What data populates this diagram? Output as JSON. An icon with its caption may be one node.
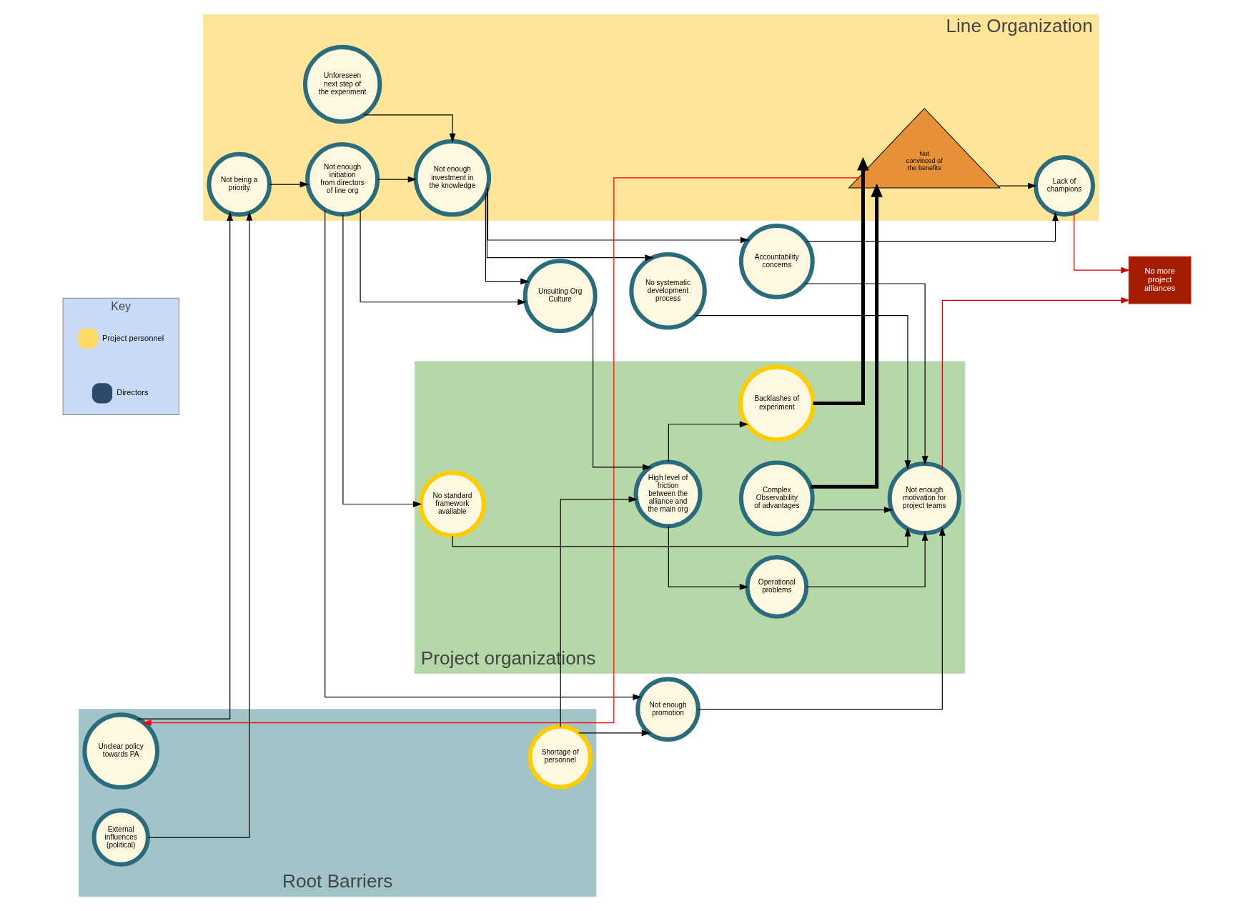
{
  "diagram": {
    "nodes": [
      {
        "text": [
          "Line Organization"
        ]
      },
      {
        "text": [
          "Project organizations"
        ]
      },
      {
        "text": [
          "Root Barriers"
        ]
      },
      {
        "text": [
          "Unclear policy towards PA"
        ],
        "in": 2
      },
      {
        "text": [
          "External influences (political)"
        ],
        "in": 2
      },
      {
        "text": [
          "Shortage of personnel"
        ],
        "in": 2
      },
      {
        "text": [
          "Unforeseen next step of the experiment"
        ],
        "in": 0
      },
      {
        "text": [
          "Not being a priority"
        ],
        "in": 0
      },
      {
        "text": [
          "Not enough initiation from directors of line org"
        ],
        "in": 0
      },
      {
        "text": [
          "Not enough investment in the knowledge"
        ],
        "in": 0
      },
      {
        "text": [
          "Not enough promotion"
        ]
      },
      {
        "text": [
          "Unsuiting Org Culture"
        ]
      },
      {
        "text": [
          "No systematic development process"
        ]
      },
      {
        "text": [
          "Not convinced of the benefits"
        ],
        "in": 0
      },
      {
        "text": [
          "Lack of champions"
        ],
        "in": 0
      },
      {
        "text": [
          "Accountability concerns"
        ]
      },
      {
        "text": [
          "No more project alliances"
        ]
      },
      {
        "text": [
          "High level of friction between the alliance and the main org"
        ],
        "in": 1
      },
      {
        "text": [
          "Backlashes of experiment"
        ],
        "in": 1
      },
      {
        "text": [
          "Operational problems"
        ],
        "in": 1
      },
      {
        "text": [
          "Complex Observability of advantages"
        ],
        "in": 1
      },
      {
        "text": [
          "Not enough motivation for project teams"
        ],
        "in": 1
      },
      {
        "text": [
          "No standard framework available"
        ],
        "in": 1
      },
      {
        "text": [
          "Key"
        ]
      }
    ],
    "edges": [
      {
        "from": 3,
        "to": 7,
        "arrow": "to"
      },
      {
        "from": 4,
        "to": 7,
        "arrow": "to"
      },
      {
        "from": 7,
        "to": 8,
        "arrow": "to"
      },
      {
        "from": 6,
        "to": 9,
        "arrow": "to"
      },
      {
        "from": 8,
        "to": 9,
        "arrow": "to"
      },
      {
        "from": 8,
        "to": 10,
        "arrow": "to"
      },
      {
        "from": 8,
        "to": 11,
        "arrow": "to"
      },
      {
        "from": 8,
        "to": 22,
        "arrow": "to"
      },
      {
        "from": 9,
        "to": 11,
        "arrow": "to"
      },
      {
        "from": 9,
        "to": 12,
        "arrow": "to"
      },
      {
        "from": 9,
        "to": 15,
        "arrow": "to"
      },
      {
        "from": 5,
        "to": 10,
        "arrow": "to"
      },
      {
        "from": 5,
        "to": 17,
        "arrow": "to"
      },
      {
        "from": 11,
        "to": 17,
        "arrow": "to"
      },
      {
        "from": 17,
        "to": 18,
        "arrow": "to"
      },
      {
        "from": 17,
        "to": 19,
        "arrow": "to"
      },
      {
        "from": 18,
        "to": 13,
        "arrow": "to",
        "style": "thick"
      },
      {
        "from": 20,
        "to": 13,
        "arrow": "to",
        "style": "thick"
      },
      {
        "from": 13,
        "to": 14,
        "arrow": "to"
      },
      {
        "from": 15,
        "to": 14,
        "arrow": "to"
      },
      {
        "from": 15,
        "to": 21,
        "arrow": "to"
      },
      {
        "from": 19,
        "to": 21,
        "arrow": "to"
      },
      {
        "from": 20,
        "to": 21,
        "arrow": "to"
      },
      {
        "from": 22,
        "to": 21,
        "arrow": "to"
      },
      {
        "from": 10,
        "to": 21,
        "arrow": "to"
      },
      {
        "from": 12,
        "to": 21,
        "arrow": "to"
      },
      {
        "from": 13,
        "to": 3,
        "arrow": "to",
        "color": "#ff0000"
      },
      {
        "from": 14,
        "to": 16,
        "arrow": "to",
        "color": "#cc0000"
      },
      {
        "from": 21,
        "to": 16,
        "arrow": "to",
        "color": "#cc0000"
      }
    ],
    "legend": [
      {
        "text": "Project personnel",
        "color": "#ffd966"
      },
      {
        "text": "Directors",
        "color": "#2e4a6b"
      }
    ]
  }
}
